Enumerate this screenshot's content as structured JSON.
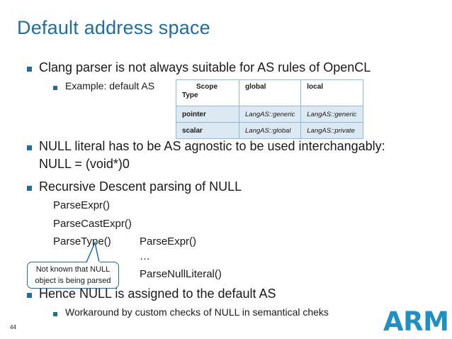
{
  "slide": {
    "title": "Default address space",
    "bullets": [
      "Clang parser is not always suitable for AS rules of OpenCL",
      "NULL literal has to be AS agnostic to be used interchangably:",
      "NULL = (void*)0",
      "Recursive Descent parsing of NULL",
      "Hence NULL is assigned to the default AS"
    ],
    "sub_bullets": [
      "Example: default AS",
      "Workaround by custom checks of NULL in semantical cheks"
    ],
    "code_lines": [
      "ParseExpr()",
      "ParseCastExpr()",
      "ParseType()",
      "ParseExpr()",
      "…",
      "ParseNullLiteral()"
    ],
    "callout": {
      "line1": "Not known that NULL",
      "line2": "object is being parsed"
    },
    "page_number": "44",
    "logo_text": "ARM",
    "accent_color": "#1f6f9c"
  },
  "table": {
    "header": {
      "scope": "Scope",
      "type": "Type",
      "col1": "global",
      "col2": "local"
    },
    "rows": [
      {
        "label": "pointer",
        "global": "LangAS::generic",
        "local": "LangAS::generic"
      },
      {
        "label": "scalar",
        "global": "LangAS::global",
        "local": "LangAS::private"
      }
    ]
  }
}
